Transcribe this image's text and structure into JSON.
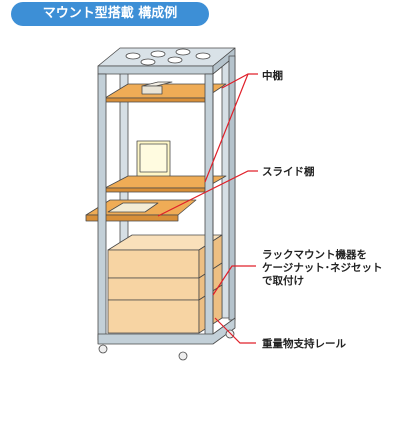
{
  "title": "マウント型搭載 構成例",
  "labels": {
    "middle_shelf": "中棚",
    "slide_shelf": "スライド棚",
    "rack_mount_line1": "ラックマウント機器を",
    "rack_mount_line2": "ケージナット･ネジセット",
    "rack_mount_line3": "で取付け",
    "rail": "重量物支持レール"
  },
  "colors": {
    "title_bg": "#3d8fd6",
    "frame": "#c3d0d8",
    "shelf": "#efac56",
    "box": "#f7d4a3",
    "leader_line": "#e0202a",
    "outline": "#4a4a4a"
  }
}
